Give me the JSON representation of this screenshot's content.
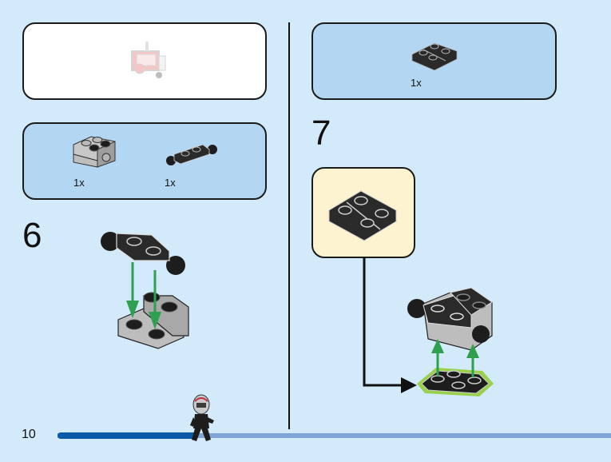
{
  "page": {
    "page_number": "10",
    "progress_fraction": 0.25,
    "colors": {
      "background": "#d3eafb",
      "parts_panel": "#b3d7f2",
      "sub_assembly_panel": "#fdf3d0",
      "arrow_green": "#2ea04f",
      "highlight_green": "#9ad14c",
      "progress_fill": "#0a5aa8",
      "progress_track": "#7fa4d6"
    }
  },
  "left_column": {
    "reference_panel": {
      "icon": "faded-previous-assembly-icon"
    },
    "parts_panel": {
      "parts": [
        {
          "icon": "light-gray-brick-with-hole-icon",
          "qty": "1x"
        },
        {
          "icon": "black-plate-with-ball-joints-icon",
          "qty": "1x"
        }
      ]
    },
    "step": {
      "number": "6",
      "illustration": "attach-ball-plate-to-brick"
    }
  },
  "right_column": {
    "parts_panel": {
      "parts": [
        {
          "icon": "black-inverted-slope-plate-icon",
          "qty": "1x"
        }
      ]
    },
    "step": {
      "number": "7",
      "sub_assembly": "black-inverted-slope-plate",
      "illustration": "attach-assembly-onto-slope-plate"
    }
  },
  "footer": {
    "minifigure": "helmeted-minifigure-walking-icon"
  }
}
